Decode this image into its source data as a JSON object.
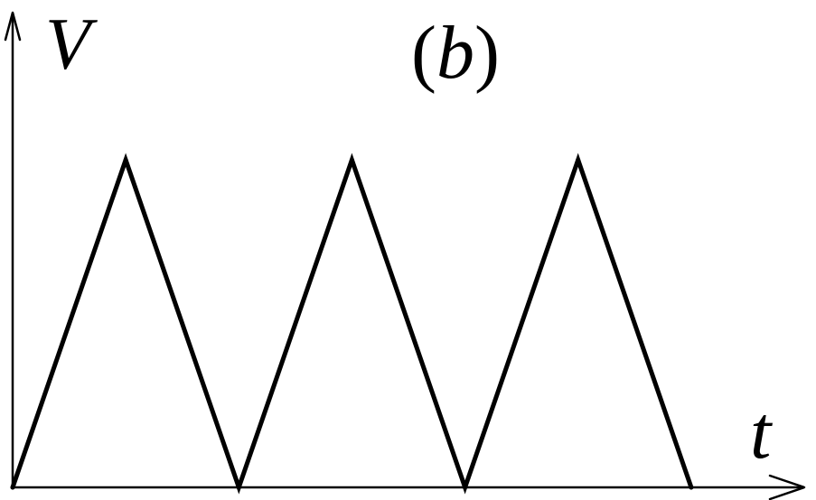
{
  "chart_data": {
    "type": "line",
    "title": "(b)",
    "title_letter": "b",
    "xlabel": "t",
    "ylabel": "V",
    "x": [
      0,
      1,
      2,
      3,
      4,
      5,
      6
    ],
    "series": [
      {
        "values": [
          0,
          1,
          0,
          1,
          0,
          1,
          0
        ]
      }
    ],
    "xlim": [
      0,
      7.0
    ],
    "ylim": [
      0,
      1.45
    ],
    "grid": false,
    "legend": "none",
    "color": "#000000"
  }
}
